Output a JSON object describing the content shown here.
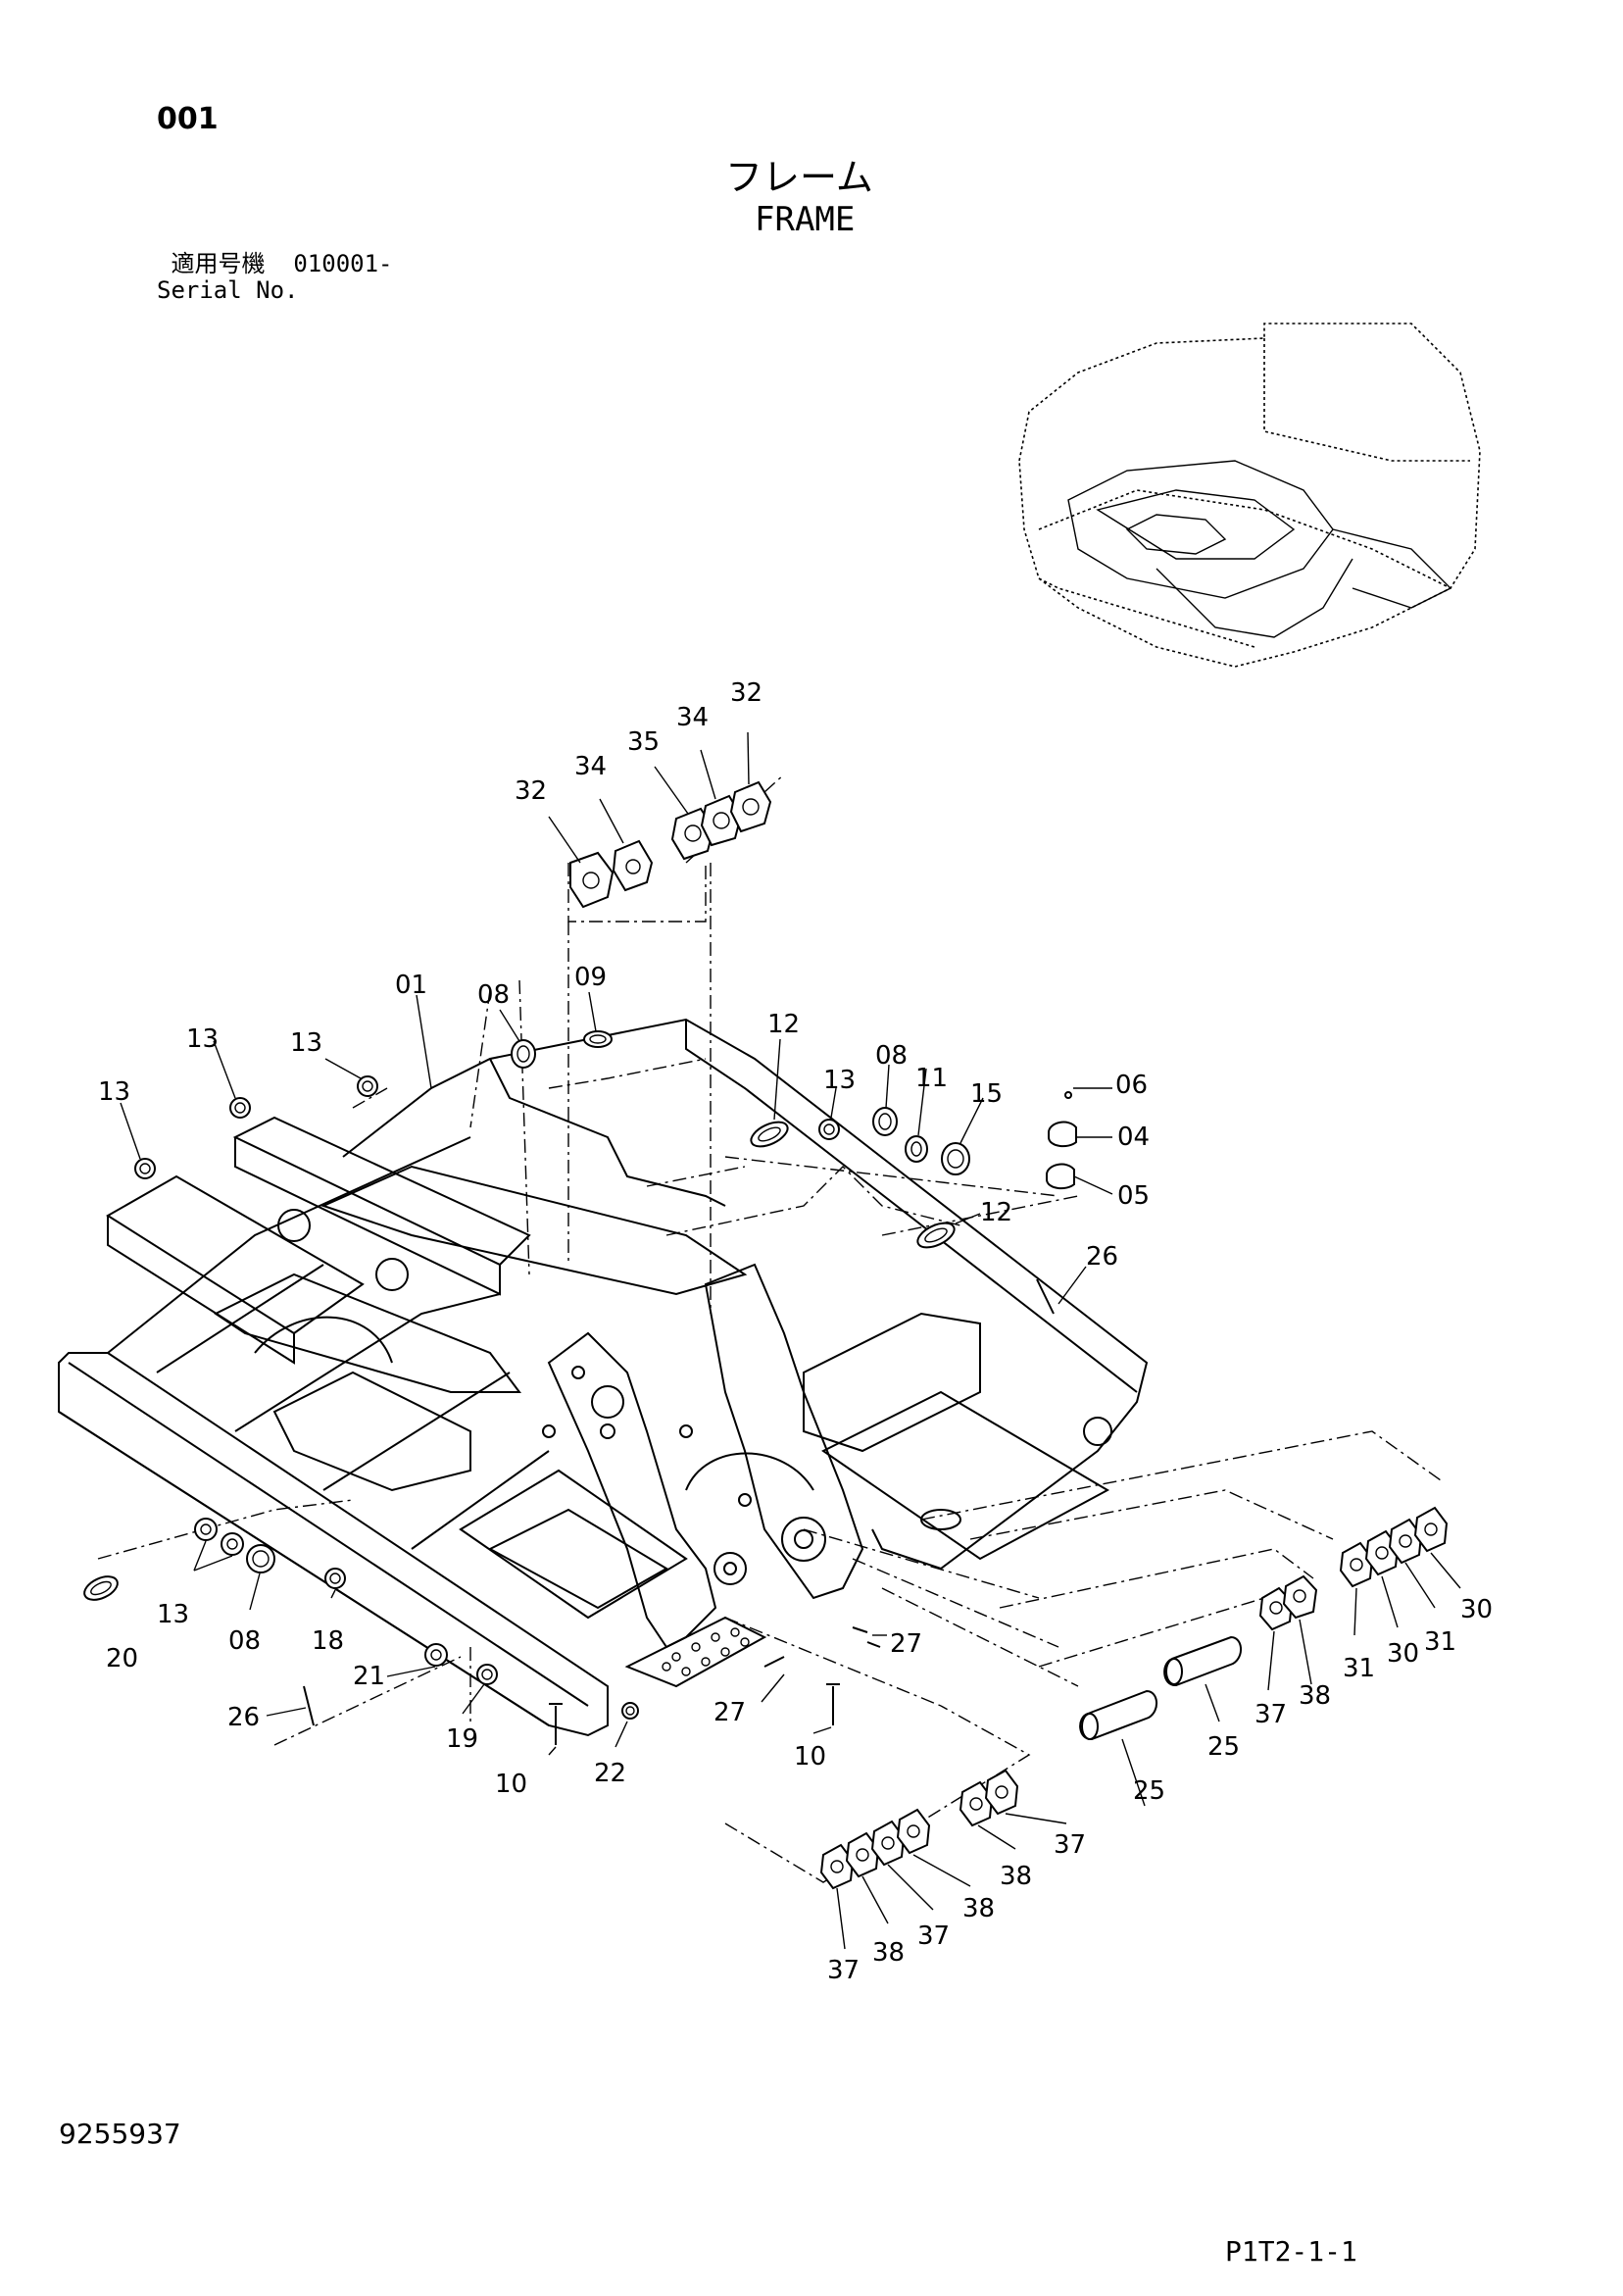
{
  "header": {
    "page_number": "001",
    "title_jp": "フレーム",
    "title_en": "FRAME",
    "serial_line_1": " 適用号機  010001-",
    "serial_line_2": "Serial No."
  },
  "callouts": [
    {
      "id": "c32a",
      "label": "32"
    },
    {
      "id": "c34a",
      "label": "34"
    },
    {
      "id": "c35",
      "label": "35"
    },
    {
      "id": "c34b",
      "label": "34"
    },
    {
      "id": "c32b",
      "label": "32"
    },
    {
      "id": "c01",
      "label": "01"
    },
    {
      "id": "c08a",
      "label": "08"
    },
    {
      "id": "c09",
      "label": "09"
    },
    {
      "id": "c13a",
      "label": "13"
    },
    {
      "id": "c13b",
      "label": "13"
    },
    {
      "id": "c13c",
      "label": "13"
    },
    {
      "id": "c12a",
      "label": "12"
    },
    {
      "id": "c13d",
      "label": "13"
    },
    {
      "id": "c08b",
      "label": "08"
    },
    {
      "id": "c11",
      "label": "11"
    },
    {
      "id": "c15",
      "label": "15"
    },
    {
      "id": "c06",
      "label": "06"
    },
    {
      "id": "c04",
      "label": "04"
    },
    {
      "id": "c05",
      "label": "05"
    },
    {
      "id": "c12b",
      "label": "12"
    },
    {
      "id": "c26a",
      "label": "26"
    },
    {
      "id": "c20",
      "label": "20"
    },
    {
      "id": "c13e",
      "label": "13"
    },
    {
      "id": "c08c",
      "label": "08"
    },
    {
      "id": "c18",
      "label": "18"
    },
    {
      "id": "c21",
      "label": "21"
    },
    {
      "id": "c26b",
      "label": "26"
    },
    {
      "id": "c19",
      "label": "19"
    },
    {
      "id": "c10a",
      "label": "10"
    },
    {
      "id": "c22",
      "label": "22"
    },
    {
      "id": "c27a",
      "label": "27"
    },
    {
      "id": "c27b",
      "label": "27"
    },
    {
      "id": "c10b",
      "label": "10"
    },
    {
      "id": "c25a",
      "label": "25"
    },
    {
      "id": "c25b",
      "label": "25"
    },
    {
      "id": "c37a",
      "label": "37"
    },
    {
      "id": "c38a",
      "label": "38"
    },
    {
      "id": "c31a",
      "label": "31"
    },
    {
      "id": "c30a",
      "label": "30"
    },
    {
      "id": "c31b",
      "label": "31"
    },
    {
      "id": "c30b",
      "label": "30"
    },
    {
      "id": "c37b",
      "label": "37"
    },
    {
      "id": "c38b",
      "label": "38"
    },
    {
      "id": "c38c",
      "label": "38"
    },
    {
      "id": "c37c",
      "label": "37"
    },
    {
      "id": "c38d",
      "label": "38"
    },
    {
      "id": "c37d",
      "label": "37"
    }
  ],
  "footer": {
    "drawing_number": "9255937",
    "page_code": "P1T2-1-1"
  }
}
